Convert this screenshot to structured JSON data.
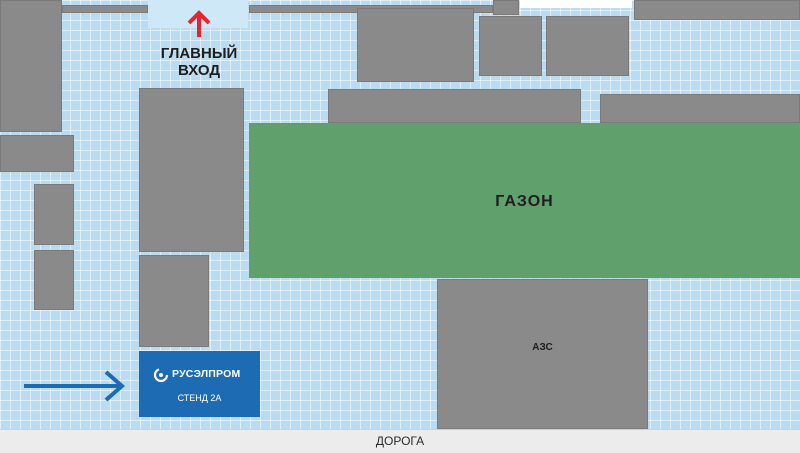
{
  "map": {
    "entrance_label_line1": "ГЛАВНЫЙ",
    "entrance_label_line2": "ВХОД",
    "lawn_label": "ГАЗОН",
    "gas_station_label": "АЗС",
    "road_label": "ДОРОГА",
    "brand_name": "РУСЭЛПРОМ",
    "stand_label": "СТЕНД 2А"
  },
  "colors": {
    "background": "#b9dcf2",
    "building": "#8a8a8a",
    "lawn": "#5fa06c",
    "stand": "#1d6cb3",
    "entrance_arrow": "#e8242a",
    "direction_arrow": "#1d6cb3",
    "road": "#ececec"
  },
  "icons": {
    "entrance_arrow": "arrow-up-icon",
    "direction_arrow": "arrow-right-icon",
    "brand_logo": "ruselprom-logo-icon"
  }
}
